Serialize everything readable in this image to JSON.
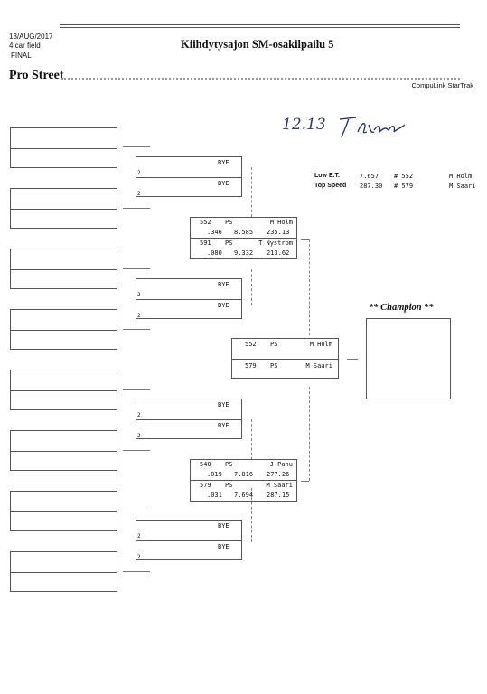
{
  "header": {
    "date": "13/AUG/2017",
    "field": "4 car field",
    "round": "FINAL",
    "title": "Kiihdytysajon SM-osakilpailu 5",
    "class": "Pro Street",
    "software": "CompuLink StarTrak"
  },
  "handwriting": {
    "text1": "12.13",
    "text2": "Tlh"
  },
  "stats": {
    "low_et_label": "Low  E.T.",
    "low_et_value": "7.657",
    "low_et_num": "# 552",
    "low_et_name": "M Holm",
    "top_speed_label": "Top Speed",
    "top_speed_value": "287.30",
    "top_speed_num": "# 579",
    "top_speed_name": "M Saari"
  },
  "champion_label": "** Champion **",
  "round2": {
    "bye1_top": "BYE",
    "bye1_bot": "BYE",
    "bye1_seed1": "2",
    "bye1_seed2": "2",
    "bye2_top": "BYE",
    "bye2_bot": "BYE",
    "bye2_seed1": "2",
    "bye2_seed2": "2",
    "bye3_top": "BYE",
    "bye3_bot": "BYE",
    "bye3_seed1": "2",
    "bye3_seed2": "2",
    "bye4_top": "BYE",
    "bye4_bot": "BYE",
    "bye4_seed1": "2",
    "bye4_seed2": "2"
  },
  "semi1": {
    "r1": {
      "num": "552",
      "cls": "PS",
      "name": "M Holm",
      "rt": ".346",
      "et": "8.585",
      "mph": "235.13"
    },
    "r2": {
      "num": "591",
      "cls": "PS",
      "name": "T Nystrom",
      "rt": ".080",
      "et": "9.332",
      "mph": "213.62"
    }
  },
  "semi2": {
    "r1": {
      "num": "540",
      "cls": "PS",
      "name": "J Panu",
      "rt": ".019",
      "et": "7.816",
      "mph": "277.26"
    },
    "r2": {
      "num": "579",
      "cls": "PS",
      "name": "M Saari",
      "rt": ".031",
      "et": "7.694",
      "mph": "287.15"
    }
  },
  "final": {
    "r1": {
      "num": "552",
      "cls": "PS",
      "name": "M Holm"
    },
    "r2": {
      "num": "579",
      "cls": "PS",
      "name": "M Saari"
    }
  }
}
